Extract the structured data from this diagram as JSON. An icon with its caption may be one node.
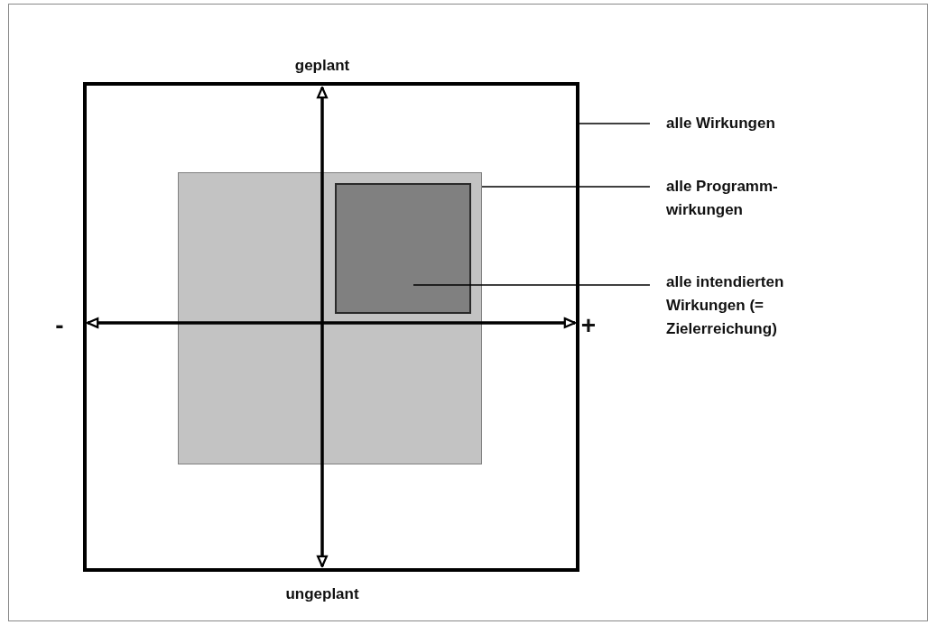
{
  "diagram": {
    "nodes": [
      {
        "text": [],
        "shape": "box"
      },
      {
        "text": [],
        "shape": "box",
        "in": 0
      },
      {
        "text": [],
        "shape": "box",
        "in": 1
      },
      {
        "text": [
          "alle Wirkungen"
        ]
      },
      {
        "text": [
          "alle Programm- wirkungen"
        ]
      },
      {
        "text": [
          "alle intendierten Wirkungen (= Zielerreichung)"
        ]
      }
    ],
    "edges": [
      {
        "from": 3,
        "to": 0,
        "arrow": "none"
      },
      {
        "from": 4,
        "to": 1,
        "arrow": "none"
      },
      {
        "from": 5,
        "to": 2,
        "arrow": "none"
      }
    ],
    "labels": [
      "geplant",
      "-",
      "+",
      "ungeplant"
    ]
  }
}
